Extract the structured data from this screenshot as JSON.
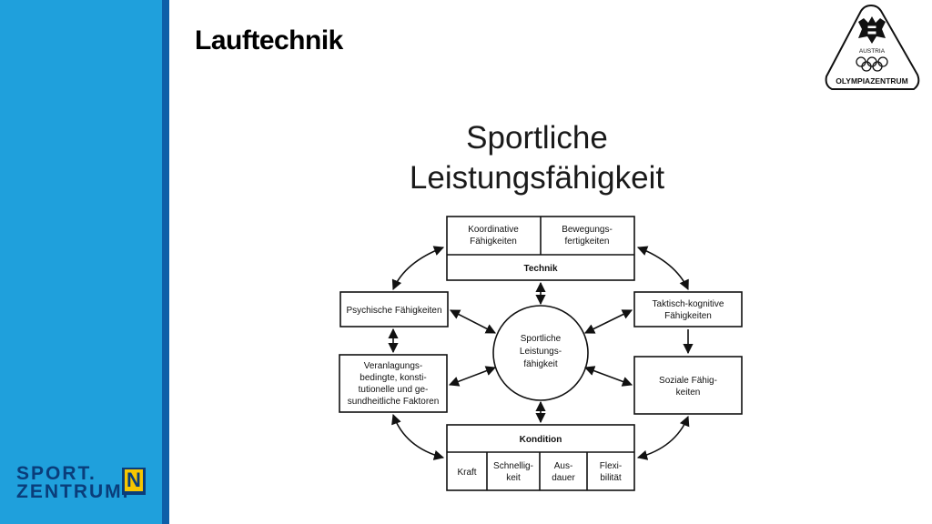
{
  "slide": {
    "title": "Lauftechnik",
    "sport_logo_line1": "SPORT.",
    "sport_logo_line2": "ZENTRUM.",
    "sport_logo_badge": "N",
    "olympia_logo_top": "AUSTRIA",
    "olympia_logo_bottom": "OLYMPIAZENTRUM"
  },
  "diagram": {
    "title_line1": "Sportliche",
    "title_line2": "Leistungsfähigkeit",
    "center": [
      "Sportliche",
      "Leistungs-",
      "fähigkeit"
    ],
    "technik": {
      "label": "Technik",
      "left": [
        "Koordinative",
        "Fähigkeiten"
      ],
      "right": [
        "Bewegungs-",
        "fertigkeiten"
      ]
    },
    "psychisch": [
      "Psychische Fähigkeiten"
    ],
    "veranlagung": [
      "Veranlagungs-",
      "bedingte, konsti-",
      "tutionelle und ge-",
      "sundheitliche Faktoren"
    ],
    "taktisch": [
      "Taktisch-kognitive",
      "Fähigkeiten"
    ],
    "sozial": [
      "Soziale Fähig-",
      "keiten"
    ],
    "kondition": {
      "label": "Kondition",
      "kraft": [
        "Kraft"
      ],
      "schnelligkeit": [
        "Schnellig-",
        "keit"
      ],
      "ausdauer": [
        "Aus-",
        "dauer"
      ],
      "flexibilitaet": [
        "Flexi-",
        "bilität"
      ]
    },
    "colors": {
      "ink": "#111111",
      "sidebar": "#1fa0dc",
      "sidebar_edge": "#0e5fa8",
      "logo": "#0a3d7a",
      "badge": "#f7c600"
    }
  }
}
